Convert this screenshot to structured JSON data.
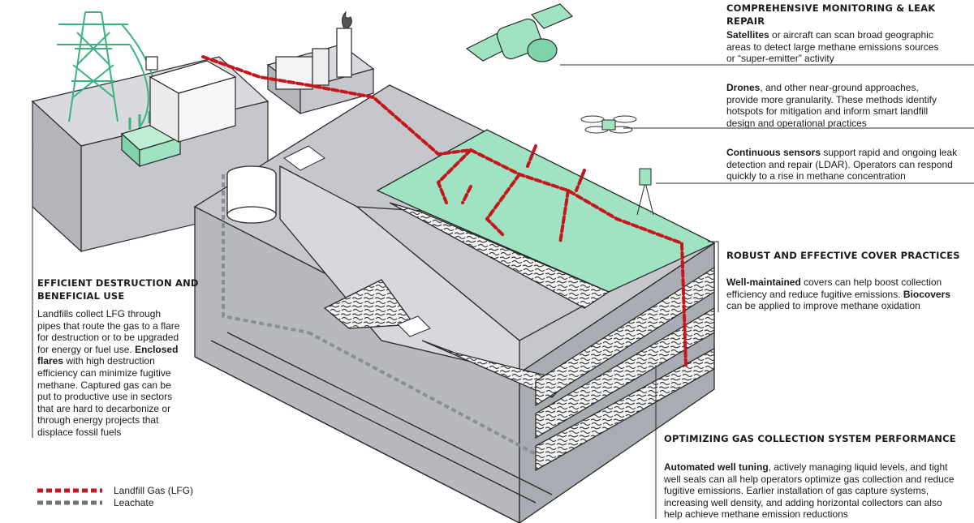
{
  "headings": {
    "monitoring": "COMPREHENSIVE MONITORING & LEAK REPAIR",
    "cover": "ROBUST AND EFFECTIVE COVER PRACTICES",
    "destruction_line1": "EFFICIENT DESTRUCTION AND",
    "destruction_line2": "BENEFICIAL USE",
    "gas": "OPTIMIZING GAS COLLECTION SYSTEM PERFORMANCE"
  },
  "satellites": {
    "bold": "Satellites",
    "line1": " or aircraft can scan broad geographic",
    "line2": "areas to detect large methane emissions sources",
    "line3": "or “super-emitter” activity"
  },
  "drones": {
    "bold": "Drones",
    "line1": ", and other near-ground approaches,",
    "line2": "provide more granularity. These methods identify",
    "line3": "hotspots for mitigation and inform smart landfill",
    "line4": "design and operational practices"
  },
  "sensors": {
    "bold": "Continuous sensors",
    "line1": " support rapid and ongoing leak",
    "line2": "detection and repair (LDAR). Operators can respond",
    "line3": "quickly to a rise in methane concentration"
  },
  "cover_text": {
    "bold1": "Well-maintained",
    "line1": " covers can help boost collection",
    "line2a": "efficiency and reduce fugitive emissions. ",
    "bold2": "Biocovers",
    "line3": "can be applied to improve methane oxidation"
  },
  "destruction_text": {
    "line1": "Landfills collect LFG through",
    "line2": "pipes that route the gas to a flare",
    "line3": "for destruction or to be upgraded",
    "line4": "for energy or fuel use. ",
    "bold1": "Enclosed",
    "bold2": "flares",
    "line5": " with high destruction",
    "line6": "efficiency can minimize fugitive",
    "line7": "methane. Captured gas can be",
    "line8": "put to productive use in sectors",
    "line9": "that are hard to decarbonize or",
    "line10": "through energy projects that",
    "line11": "displace fossil fuels"
  },
  "gas_text": {
    "bold": "Automated well tuning",
    "line1": ", actively managing liquid levels, and tight",
    "line2": "well seals can all help operators optimize gas collection and reduce",
    "line3": "fugitive emissions. Earlier installation of gas capture systems,",
    "line4": "increasing well density, and adding horizontal collectors can also",
    "line5": "help achieve methane emission reductions"
  },
  "legend": {
    "lfg": "Landfill Gas (LFG)",
    "leachate": "Leachate"
  },
  "colors": {
    "gray": "#c5c7cd",
    "gray_dark": "#a9acb3",
    "green": "#9fe3c3",
    "green_dark": "#5fc79a",
    "red": "#c4161c",
    "outline": "#2a2a2a"
  }
}
